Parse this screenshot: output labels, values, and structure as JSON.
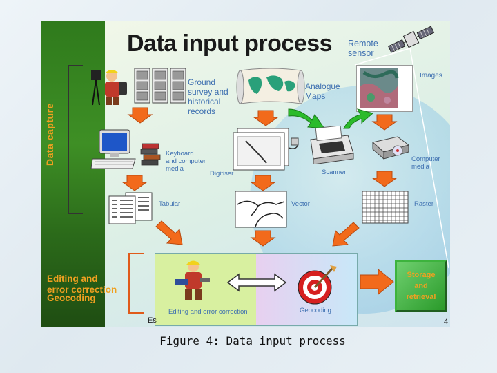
{
  "slide": {
    "title": "Data input process",
    "remote_sensor": "Remote\nsensor",
    "side_label_data_capture": "Data capture",
    "side_label_editing": "Editing and\nerror correction",
    "side_label_geocoding": "Geocoding",
    "ground_survey": "Ground\nsurvey and\nhistorical\nrecords",
    "analogue_maps": "Analogue\nMaps",
    "images": "Images",
    "keyboard_media": "Keyboard\nand computer\nmedia",
    "digitiser": "Digitiser",
    "scanner": "Scanner",
    "computer_media": "Computer\nmedia",
    "tabular": "Tabular",
    "vector": "Vector",
    "raster": "Raster",
    "editing_caption": "Editing and error correction",
    "geocoding_caption": "Geocoding",
    "storage": "Storage\nand\nretrieval",
    "footer_left": "Es",
    "page_number": "4"
  },
  "caption": "Figure 4: Data input process",
  "colors": {
    "title": "#1a1a1a",
    "label_blue": "#3d6fb0",
    "orange_arrow": "#f26a1b",
    "green_arrow": "#2bbb2b",
    "left_band": "#3e8f25",
    "side_text": "#f0a020",
    "storage_box": "#3db33d",
    "storage_text": "#f0a020"
  }
}
